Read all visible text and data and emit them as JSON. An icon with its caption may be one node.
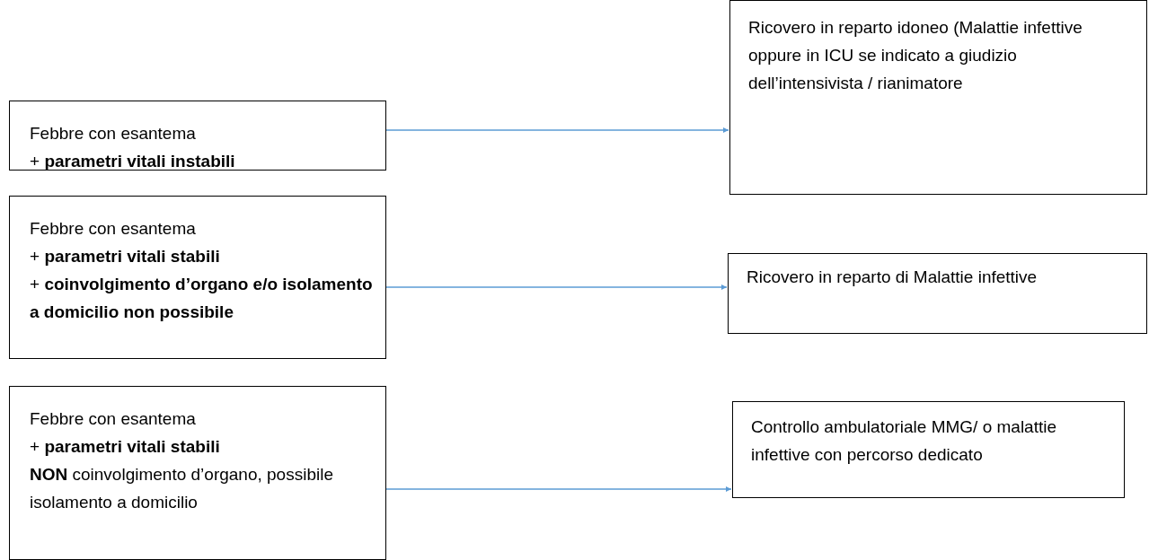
{
  "diagram": {
    "nodes": [
      {
        "text": [
          "Febbre con esantema",
          "+ **parametri vitali instabili**"
        ]
      },
      {
        "text": [
          "Ricovero in reparto idoneo (Malattie infettive oppure in ICU se indicato a giudizio dell’intensivista / rianimatore"
        ]
      },
      {
        "text": [
          "Febbre con esantema",
          "+ **parametri vitali stabili**",
          "+ **coinvolgimento d’organo e/o isolamento a domicilio non possibile**"
        ]
      },
      {
        "text": [
          "Ricovero in reparto di Malattie infettive"
        ]
      },
      {
        "text": [
          "Febbre con esantema",
          "+ **parametri vitali stabili**",
          "**NON** coinvolgimento d’organo, possibile isolamento a domicilio"
        ]
      },
      {
        "text": [
          "Controllo ambulatoriale MMG/ o malattie infettive con percorso dedicato"
        ]
      }
    ],
    "edges": [
      {
        "from": 0,
        "to": 1,
        "arrow": "to"
      },
      {
        "from": 2,
        "to": 3,
        "arrow": "to"
      },
      {
        "from": 4,
        "to": 5,
        "arrow": "to"
      }
    ]
  }
}
